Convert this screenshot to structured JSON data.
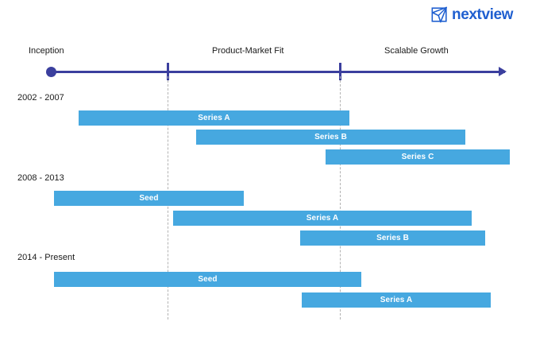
{
  "brand": {
    "name": "nextview",
    "icon": "paper-plane-icon",
    "color": "#1f5fd0"
  },
  "chart_data": {
    "type": "bar",
    "title": "",
    "subtitle": "",
    "xlabel": "",
    "ylabel": "",
    "orientation": "horizontal",
    "grid": "vertical-dashed",
    "legend": "none",
    "axis": {
      "kind": "timeline-arrow",
      "start_marker": "circle",
      "end_marker": "arrow",
      "color": "#3b3f9e",
      "phases": [
        {
          "label": "Inception",
          "x_start": 0,
          "x_end": 26
        },
        {
          "label": "Product-Market Fit",
          "x_start": 26,
          "x_end": 64
        },
        {
          "label": "Scalable Growth",
          "x_start": 64,
          "x_end": 100
        }
      ],
      "ticks": [
        26,
        64
      ],
      "xlim": [
        0,
        100
      ]
    },
    "bar_color": "#46a8e0",
    "groups": [
      {
        "label": "2002 - 2007",
        "bars": [
          {
            "label": "Series A",
            "x_start": 6,
            "x_end": 66
          },
          {
            "label": "Series B",
            "x_start": 32,
            "x_end": 92
          },
          {
            "label": "Series C",
            "x_start": 61,
            "x_end": 101
          }
        ]
      },
      {
        "label": "2008 - 2013",
        "bars": [
          {
            "label": "Seed",
            "x_start": 1,
            "x_end": 43
          },
          {
            "label": "Series A",
            "x_start": 27,
            "x_end": 93
          },
          {
            "label": "Series B",
            "x_start": 57,
            "x_end": 96
          }
        ]
      },
      {
        "label": "2014 - Present",
        "bars": [
          {
            "label": "Seed",
            "x_start": 1,
            "x_end": 69
          },
          {
            "label": "Series A",
            "x_start": 55,
            "x_end": 97
          }
        ]
      }
    ]
  }
}
